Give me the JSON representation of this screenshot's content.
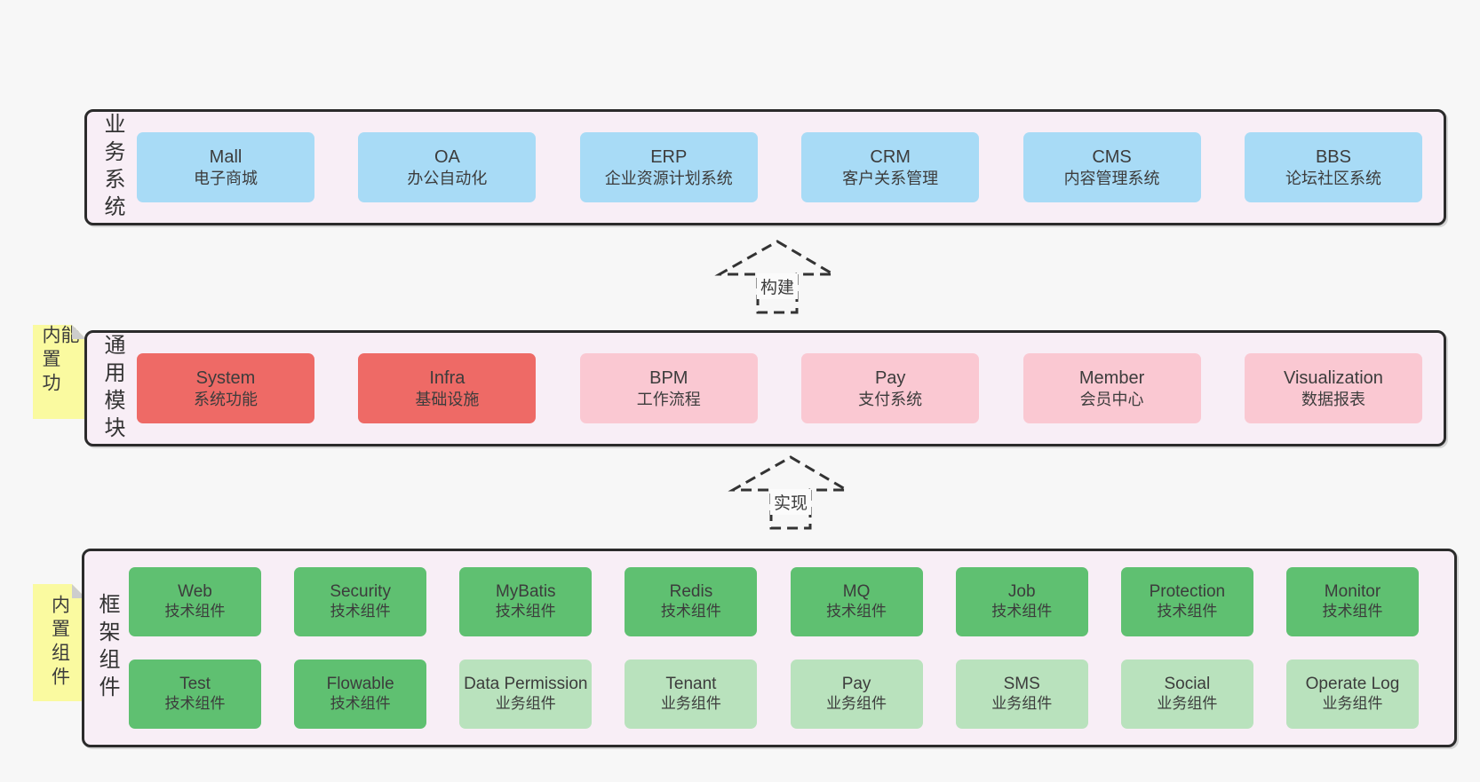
{
  "palette": {
    "page_bg": "#f7f7f7",
    "panel_bg": "#f8eef6",
    "panel_border": "#2b2b2b",
    "blue": "#a8dbf6",
    "red": "#ee6a66",
    "pink": "#fac8d2",
    "green_dark": "#5fc071",
    "green_light": "#b9e2bd",
    "sticky_yellow": "#fafaa0",
    "sticky_fold": "#cdcdcd",
    "arrow_stroke": "#333333",
    "text": "#3c3c3c"
  },
  "arrows": {
    "build": "构建",
    "implement": "实现"
  },
  "sections": {
    "business": {
      "label": "业务系统",
      "boxes": [
        {
          "name": "Mall",
          "desc": "电子商城"
        },
        {
          "name": "OA",
          "desc": "办公自动化"
        },
        {
          "name": "ERP",
          "desc": "企业资源计划系统"
        },
        {
          "name": "CRM",
          "desc": "客户关系管理"
        },
        {
          "name": "CMS",
          "desc": "内容管理系统"
        },
        {
          "name": "BBS",
          "desc": "论坛社区系统"
        }
      ]
    },
    "modules": {
      "label": "通用模块",
      "sticky": "内置功能",
      "boxes": [
        {
          "name": "System",
          "desc": "系统功能"
        },
        {
          "name": "Infra",
          "desc": "基础设施"
        },
        {
          "name": "BPM",
          "desc": "工作流程"
        },
        {
          "name": "Pay",
          "desc": "支付系统"
        },
        {
          "name": "Member",
          "desc": "会员中心"
        },
        {
          "name": "Visualization",
          "desc": "数据报表"
        }
      ]
    },
    "components": {
      "label": "框架组件",
      "sticky": "内置组件",
      "row1": [
        {
          "name": "Web",
          "desc": "技术组件"
        },
        {
          "name": "Security",
          "desc": "技术组件"
        },
        {
          "name": "MyBatis",
          "desc": "技术组件"
        },
        {
          "name": "Redis",
          "desc": "技术组件"
        },
        {
          "name": "MQ",
          "desc": "技术组件"
        },
        {
          "name": "Job",
          "desc": "技术组件"
        },
        {
          "name": "Protection",
          "desc": "技术组件"
        },
        {
          "name": "Monitor",
          "desc": "技术组件"
        }
      ],
      "row2": [
        {
          "name": "Test",
          "desc": "技术组件"
        },
        {
          "name": "Flowable",
          "desc": "技术组件"
        },
        {
          "name": "Data Permission",
          "desc": "业务组件"
        },
        {
          "name": "Tenant",
          "desc": "业务组件"
        },
        {
          "name": "Pay",
          "desc": "业务组件"
        },
        {
          "name": "SMS",
          "desc": "业务组件"
        },
        {
          "name": "Social",
          "desc": "业务组件"
        },
        {
          "name": "Operate Log",
          "desc": "业务组件"
        }
      ]
    }
  }
}
